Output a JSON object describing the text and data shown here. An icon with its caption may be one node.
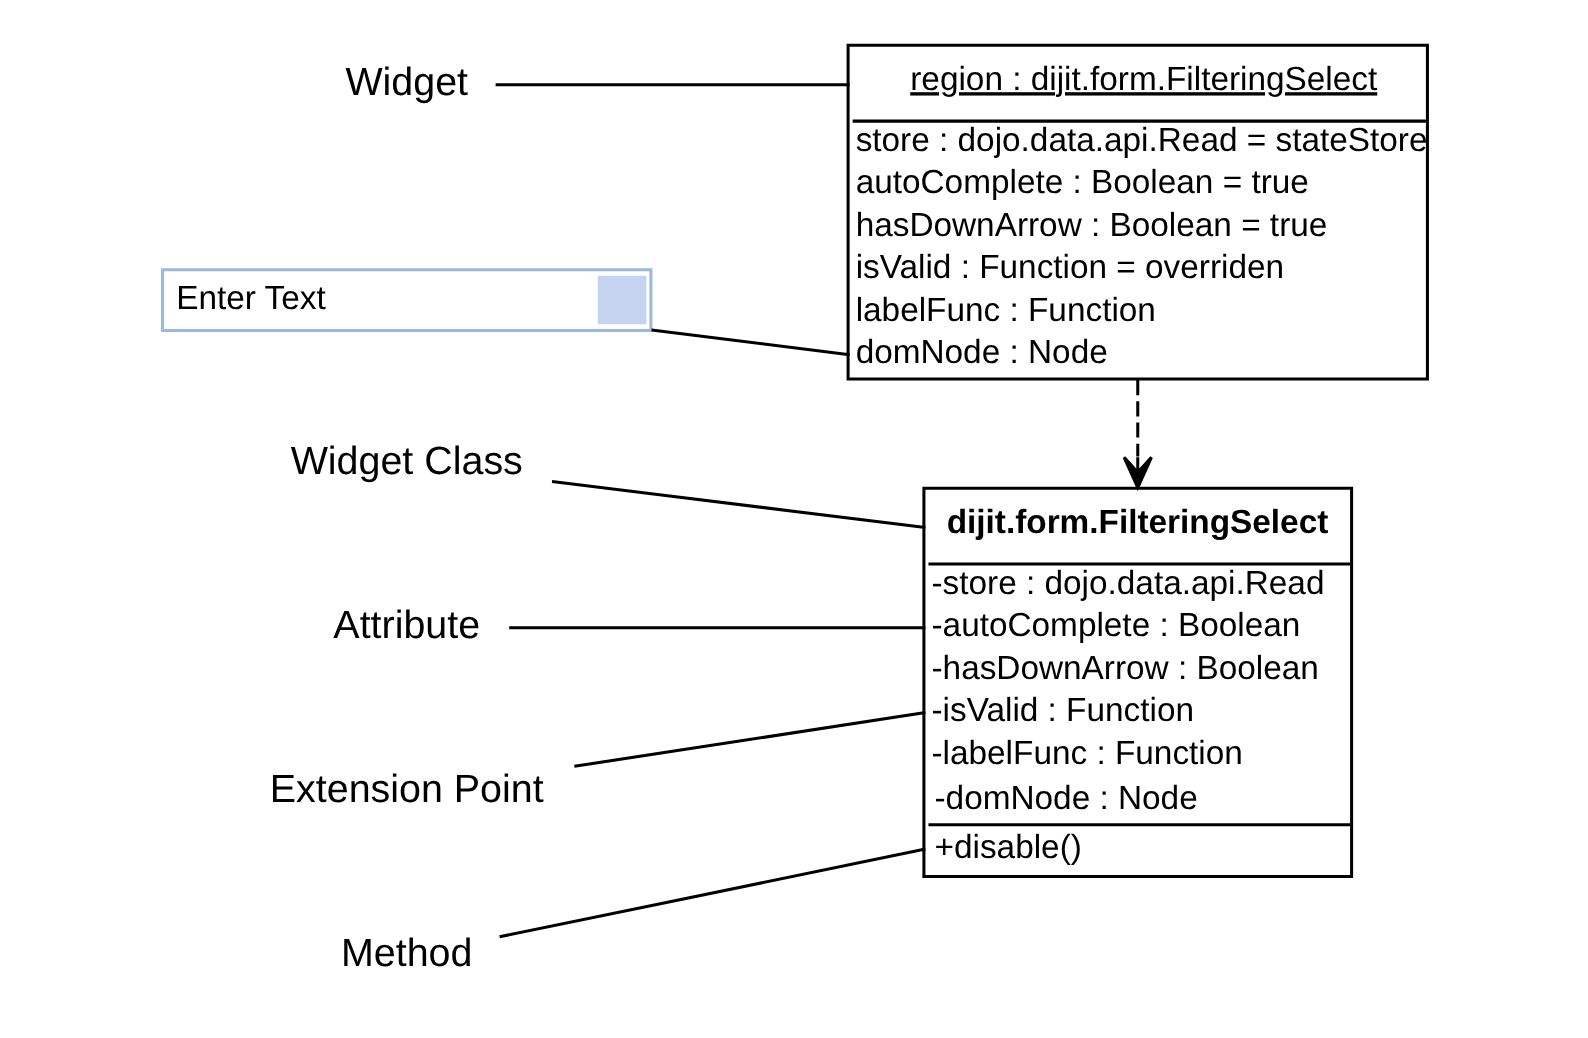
{
  "diagram": {
    "nodes": [
      {
        "text": [
          "Widget Class"
        ]
      },
      {
        "text": [
          "Attribute"
        ]
      },
      {
        "text": [
          "Extension Point"
        ]
      },
      {
        "text": [
          "Method"
        ]
      },
      {
        "text": [
          "Widget"
        ]
      },
      {
        "text": [
          "dijit.form.FilteringSelect",
          "-store : dojo.data.api.Read",
          "-autoComplete : Boolean",
          "-hasDownArrow : Boolean",
          "-isValid : Function",
          "-labelFunc : Function",
          "-domNode : Node",
          "+disable()"
        ]
      },
      {
        "text": [
          "Enter Text"
        ]
      },
      {
        "text": [
          "region : dijit.form.FilteringSelect",
          "store : dojo.data.api.Read = stateStore",
          "autoComplete : Boolean = true",
          "hasDownArrow : Boolean = true",
          "isValid : Function = overriden",
          "labelFunc : Function",
          "domNode : Node"
        ]
      }
    ],
    "edges": [
      {
        "from": 0,
        "to": 5,
        "arrow": "none"
      },
      {
        "from": 1,
        "to": 5,
        "arrow": "none"
      },
      {
        "from": 2,
        "to": 5,
        "arrow": "none"
      },
      {
        "from": 3,
        "to": 5,
        "arrow": "none"
      },
      {
        "from": 7,
        "to": 5,
        "arrow": "to",
        "style": "dashed"
      },
      {
        "from": 4,
        "to": 7,
        "arrow": "none"
      },
      {
        "from": 6,
        "to": 7,
        "arrow": "none"
      }
    ]
  }
}
